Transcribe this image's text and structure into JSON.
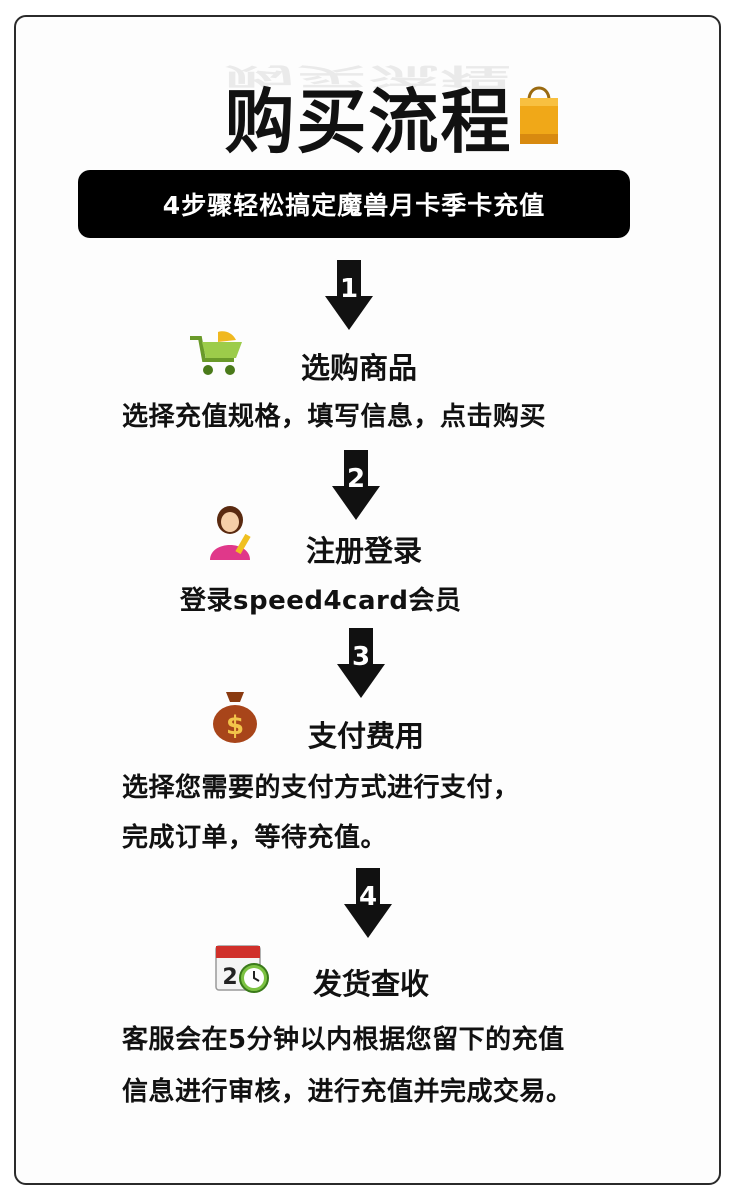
{
  "title": "购买流程",
  "banner": "4步骤轻松搞定魔兽月卡季卡充值",
  "steps": [
    {
      "number": "1",
      "title": "选购商品",
      "desc": [
        "选择充值规格，填写信息，点击购买"
      ],
      "icon": "shopping-cart-icon"
    },
    {
      "number": "2",
      "title": "注册登录",
      "desc": [
        "登录speed4card会员"
      ],
      "icon": "user-icon"
    },
    {
      "number": "3",
      "title": "支付费用",
      "desc": [
        "选择您需要的支付方式进行支付，",
        "完成订单，等待充值。"
      ],
      "icon": "money-bag-icon"
    },
    {
      "number": "4",
      "title": "发货查收",
      "desc": [
        "客服会在5分钟以内根据您留下的充值",
        "信息进行审核，进行充值并完成交易。"
      ],
      "icon": "calendar-clock-icon"
    }
  ],
  "colors": {
    "banner_bg": "#000000",
    "bag": "#e8a020",
    "cart": "#8bc34a"
  }
}
